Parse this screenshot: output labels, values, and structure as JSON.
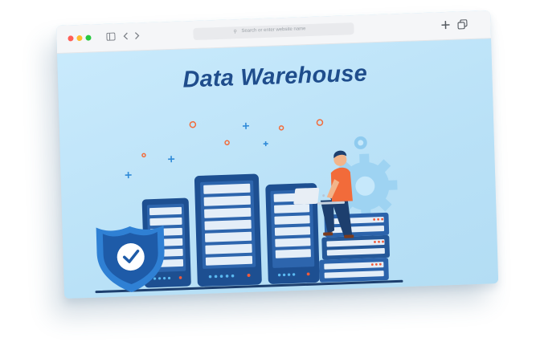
{
  "browser": {
    "address_bar": {
      "placeholder": "Search or enter website name"
    },
    "icons": [
      "close-dot",
      "minimize-dot",
      "zoom-dot",
      "sidebar-icon",
      "back-chevron-icon",
      "forward-chevron-icon",
      "search-icon",
      "new-tab-plus-icon",
      "tab-overview-icon"
    ],
    "colors": {
      "close": "#ff5f57",
      "minimize": "#febc2e",
      "zoom": "#28c840"
    }
  },
  "hero": {
    "title": "Data Warehouse",
    "colors": {
      "title": "#1f4d8c",
      "background": "#bfe4f8",
      "server": "#1d4f91",
      "accent": "#f26b3a"
    }
  }
}
